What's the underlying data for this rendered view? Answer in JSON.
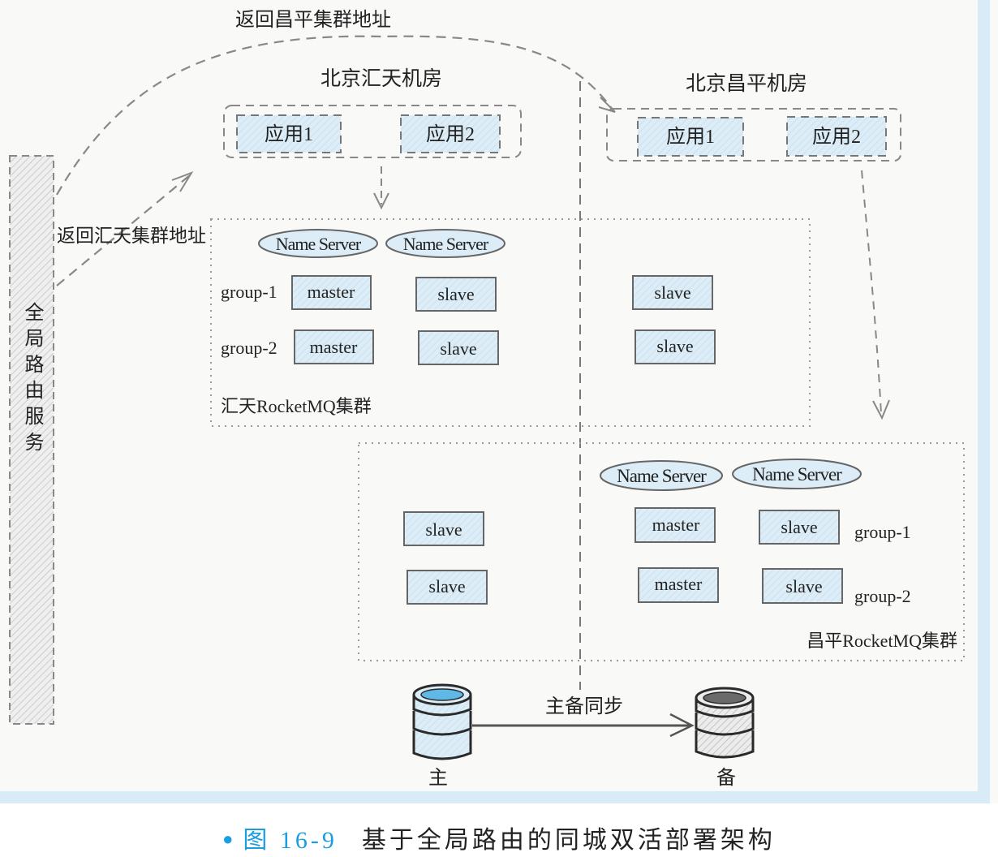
{
  "diagram": {
    "global_routing_service": "全局路由服务",
    "return_changping_label": "返回昌平集群地址",
    "return_huitian_label": "返回汇天集群地址",
    "huitian_room": {
      "title": "北京汇天机房",
      "apps": [
        "应用1",
        "应用2"
      ],
      "cluster_label": "汇天RocketMQ集群",
      "name_servers": [
        "Name Server",
        "Name Server"
      ],
      "groups": [
        {
          "label": "group-1",
          "master": "master",
          "slave": "slave"
        },
        {
          "label": "group-2",
          "master": "master",
          "slave": "slave"
        }
      ],
      "remote_slaves": [
        "slave",
        "slave"
      ]
    },
    "changping_room": {
      "title": "北京昌平机房",
      "apps": [
        "应用1",
        "应用2"
      ],
      "cluster_label": "昌平RocketMQ集群",
      "name_servers": [
        "Name Server",
        "Name Server"
      ],
      "groups": [
        {
          "label": "group-1",
          "master": "master",
          "slave": "slave"
        },
        {
          "label": "group-2",
          "master": "master",
          "slave": "slave"
        }
      ],
      "remote_slaves": [
        "slave",
        "slave"
      ]
    },
    "database": {
      "primary_label": "主",
      "standby_label": "备",
      "sync_label": "主备同步"
    }
  },
  "caption": {
    "figure_number": "图 16-9",
    "title": "基于全局路由的同城双活部署架构"
  },
  "colors": {
    "node_fill": "#dcedf7",
    "db_top_primary": "#5fb8e6",
    "db_top_standby": "#6a6a6a",
    "accent": "#1a9ee0",
    "band": "#d8ebf6"
  }
}
